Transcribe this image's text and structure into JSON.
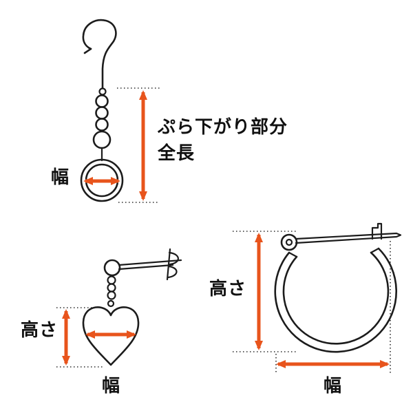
{
  "colors": {
    "arrow": "#e8541c",
    "line": "#1c1c1c",
    "background": "#ffffff"
  },
  "illustrations": {
    "top_left": "hook-earring-with-beads-and-ring-drop",
    "bottom_left": "heart-stud-earring-with-butterfly-back",
    "bottom_right": "hoop-earring-with-latch-pin"
  },
  "labels": {
    "drop_width": "幅",
    "drop_length_line1": "ぷら下がり部分",
    "drop_length_line2": "全長",
    "heart_height": "高さ",
    "heart_width": "幅",
    "hoop_height": "高さ",
    "hoop_width": "幅"
  }
}
